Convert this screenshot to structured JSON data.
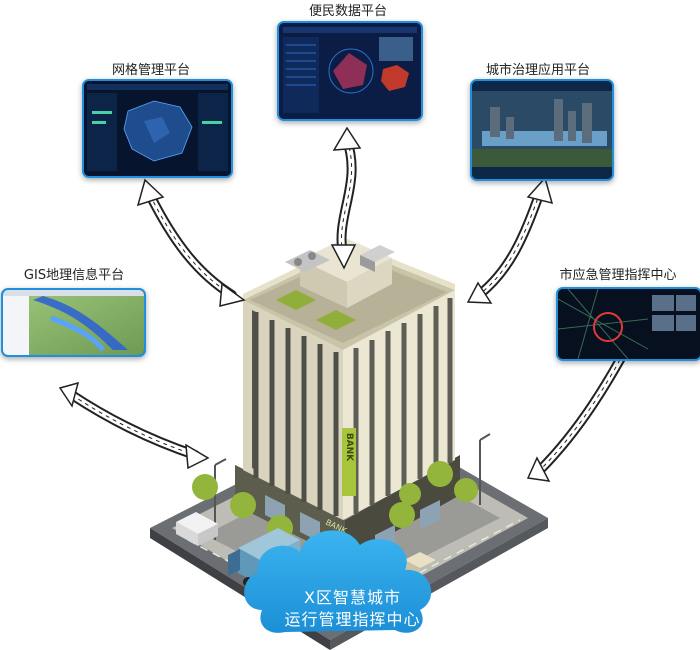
{
  "center": {
    "line1": "X区智慧城市",
    "line2": "运行管理指挥中心",
    "bank_sign_vertical": "BANK",
    "bank_sign_front": "BANK"
  },
  "platforms": [
    {
      "id": "grid",
      "label": "网格管理平台"
    },
    {
      "id": "service",
      "label": "便民数据平台"
    },
    {
      "id": "governance",
      "label": "城市治理应用平台"
    },
    {
      "id": "gis",
      "label": "GIS地理信息平台"
    },
    {
      "id": "emergency",
      "label": "市应急管理指挥中心"
    }
  ],
  "colors": {
    "panel_border": "#1f8fe0",
    "cloud": "#2aa5e6",
    "building_wall": "#e4e0cc",
    "building_column": "#5a5a54",
    "bank_green": "#a8c63c",
    "road": "#4a4d52",
    "tree": "#8fb13a"
  }
}
